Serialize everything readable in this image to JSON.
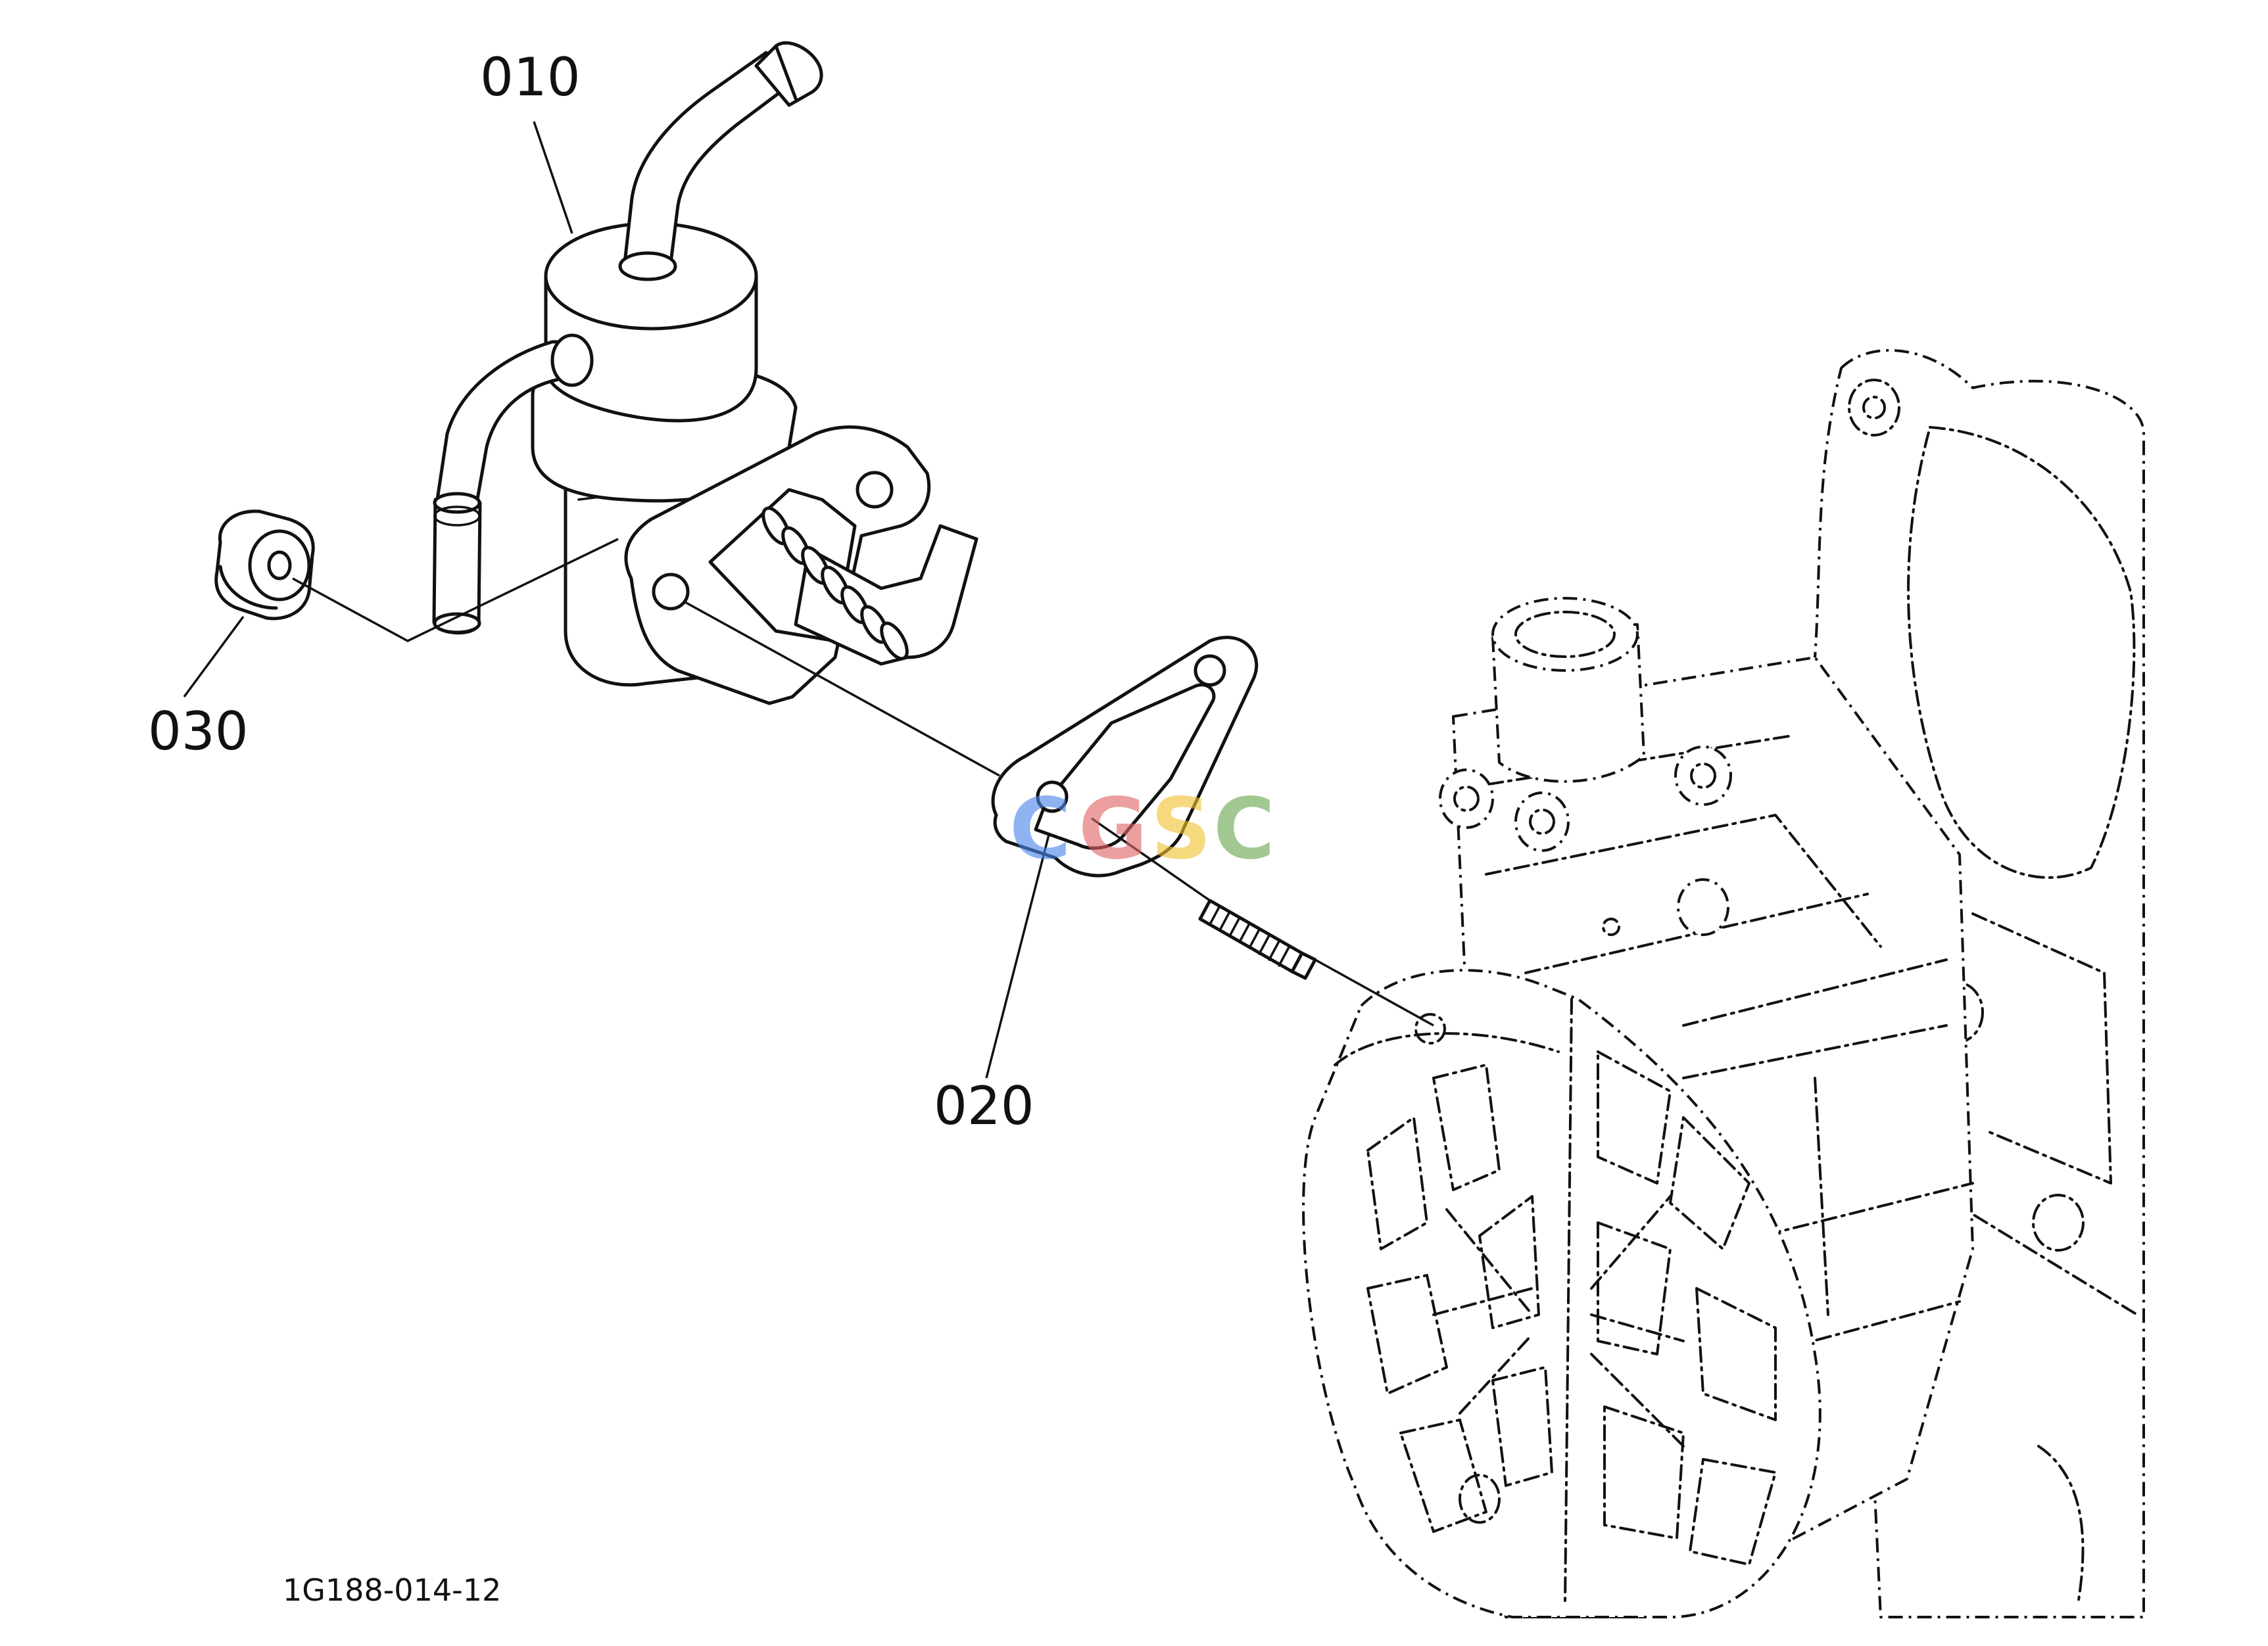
{
  "callouts": {
    "part_010": "010",
    "part_020": "020",
    "part_030": "030"
  },
  "drawing_code": "1G188-014-12",
  "watermark": {
    "letters": [
      "C",
      "G",
      "S",
      "C"
    ],
    "colors": [
      "#4a86e8",
      "#e06666",
      "#f1c232",
      "#6aa84f"
    ]
  }
}
